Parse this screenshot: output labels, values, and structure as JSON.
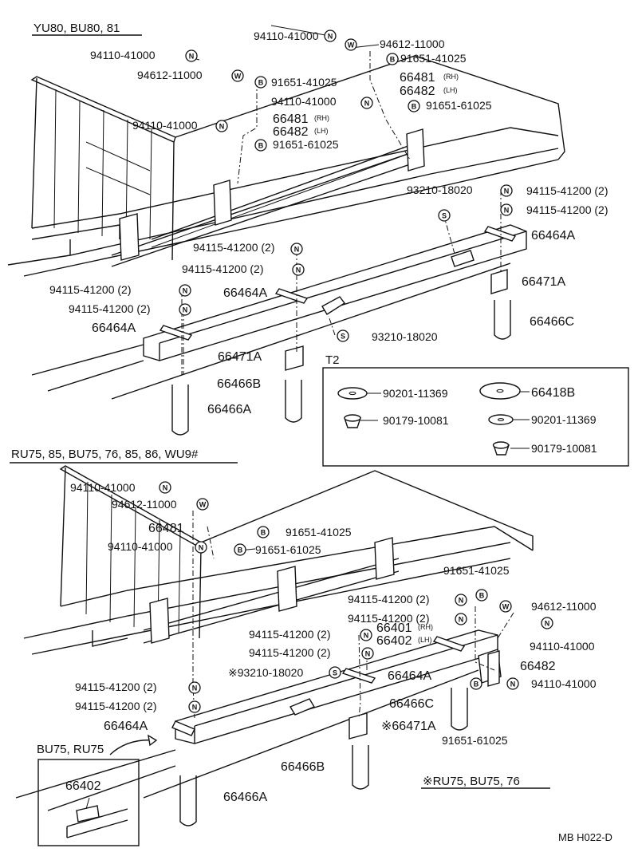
{
  "sections": {
    "top_models": "YU80, BU80, 81",
    "bottom_models": "RU75, 85, BU75, 76, 85, 86, WU9#",
    "inset_models": "BU75, RU75",
    "footnote_models": "※RU75, BU75, 76",
    "t2_title": "T2"
  },
  "symbols": {
    "nut": "N",
    "washer": "W",
    "bolt": "B",
    "spacer": "S"
  },
  "labels_top": {
    "n_94110_41000_a": "94110-41000",
    "w_94612_11000_a": "94612-11000",
    "b_91651_41025_a": "91651-41025",
    "n_94110_41000_b": "94110-41000",
    "w_94612_11000_b": "94612-11000",
    "b_91651_41025_b": "91651-41025",
    "p_66481_rh_a": "66481",
    "p_66482_lh_a": "66482",
    "n_94110_41000_c": "94110-41000",
    "b_91651_61025_a": "91651-61025",
    "n_94110_41000_d": "94110-41000",
    "p_66481_rh_b": "66481",
    "p_66482_lh_b": "66482",
    "b_91651_61025_b": "91651-61025",
    "s_93210_18020_a": "93210-18020",
    "n_94115_41200_a": "94115-41200 (2)",
    "n_94115_41200_b": "94115-41200 (2)",
    "p_66464a_a": "66464A",
    "n_94115_41200_c": "94115-41200 (2)",
    "n_94115_41200_d": "94115-41200 (2)",
    "p_66471a_a": "66471A",
    "p_66464a_b": "66464A",
    "n_94115_41200_e": "94115-41200 (2)",
    "n_94115_41200_f": "94115-41200 (2)",
    "p_66466c_a": "66466C",
    "p_66464a_c": "66464A",
    "s_93210_18020_b": "93210-18020",
    "p_66471a_b": "66471A",
    "p_66466b_a": "66466B",
    "p_66466a_a": "66466A"
  },
  "rh": "(RH)",
  "lh": "(LH)",
  "t2_items": {
    "w_90201_11369_a": "90201-11369",
    "p_66418b": "66418B",
    "n_90179_10081_a": "90179-10081",
    "w_90201_11369_b": "90201-11369",
    "n_90179_10081_b": "90179-10081"
  },
  "labels_bottom": {
    "n_94110_41000_a": "94110-41000",
    "w_94612_11000_a": "94612-11000",
    "p_66481": "66481",
    "b_91651_41025_a": "91651-41025",
    "n_94110_41000_b": "94110-41000",
    "b_91651_61025_a": "91651-61025",
    "b_91651_41025_b": "91651-41025",
    "n_94115_41200_a": "94115-41200 (2)",
    "w_94612_11000_b": "94612-11000",
    "n_94115_41200_b": "94115-41200 (2)",
    "n_94110_41000_c": "94110-41000",
    "n_94115_41200_c": "94115-41200 (2)",
    "p_66401_rh": "66401",
    "p_66402_lh": "66402",
    "n_94115_41200_d": "94115-41200 (2)",
    "p_66482": "66482",
    "s_93210_18020": "※93210-18020",
    "p_66464a_a": "66464A",
    "n_94110_41000_d": "94110-41000",
    "n_94115_41200_e": "94115-41200 (2)",
    "p_66466c": "66466C",
    "n_94115_41200_f": "94115-41200 (2)",
    "p_66464a_b": "66464A",
    "p_66471a": "※66471A",
    "b_91651_61025_b": "91651-61025",
    "p_66466b": "66466B",
    "p_66466a": "66466A",
    "inset_66402": "66402"
  },
  "diagram_code": "MB H022-D"
}
